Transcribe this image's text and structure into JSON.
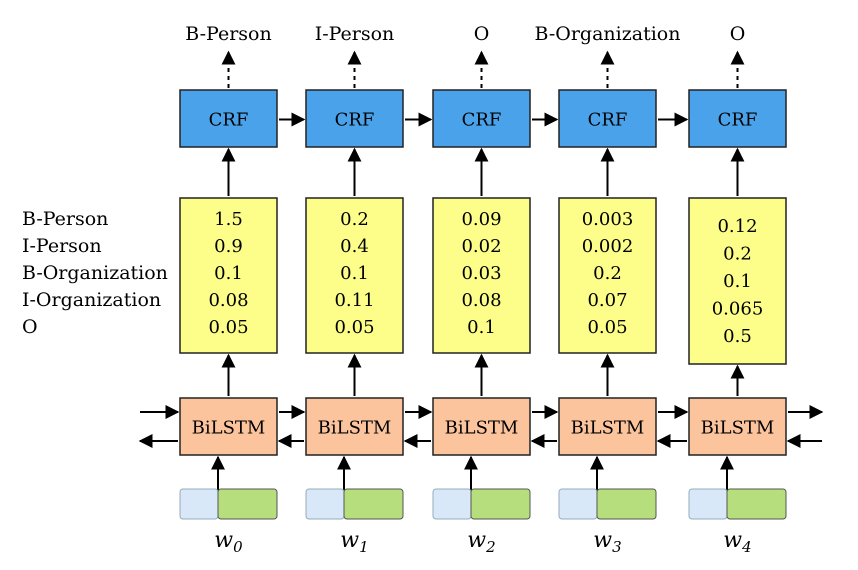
{
  "row_labels": [
    "B-Person",
    "I-Person",
    "B-Organization",
    "I-Organization",
    "O"
  ],
  "crf_label": "CRF",
  "bilstm_label": "BiLSTM",
  "columns": [
    {
      "tag": "B-Person",
      "scores": [
        "1.5",
        "0.9",
        "0.1",
        "0.08",
        "0.05"
      ],
      "word": "w",
      "word_sub": "0"
    },
    {
      "tag": "I-Person",
      "scores": [
        "0.2",
        "0.4",
        "0.1",
        "0.11",
        "0.05"
      ],
      "word": "w",
      "word_sub": "1"
    },
    {
      "tag": "O",
      "scores": [
        "0.09",
        "0.02",
        "0.03",
        "0.08",
        "0.1"
      ],
      "word": "w",
      "word_sub": "2"
    },
    {
      "tag": "B-Organization",
      "scores": [
        "0.003",
        "0.002",
        "0.2",
        "0.07",
        "0.05"
      ],
      "word": "w",
      "word_sub": "3"
    },
    {
      "tag": "O",
      "scores": [
        "0.12",
        "0.2",
        "0.1",
        "0.065",
        "0.5"
      ],
      "word": "w",
      "word_sub": "4"
    }
  ],
  "colors": {
    "crf_fill": "#4aa3ea",
    "score_fill": "#fdfd8a",
    "bilstm_fill": "#fbc49c",
    "embed_left": "#d8e8f8",
    "embed_right": "#b6de7c",
    "stroke": "#222222"
  }
}
